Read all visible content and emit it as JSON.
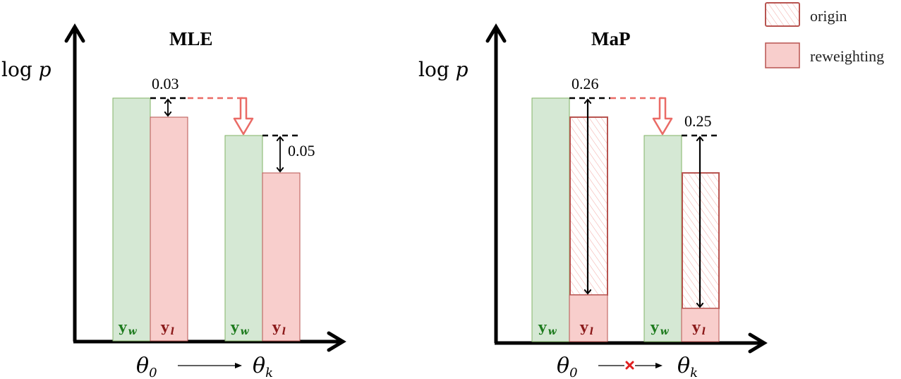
{
  "legend": {
    "items": [
      {
        "label": "origin",
        "style": "hatched"
      },
      {
        "label": "reweighting",
        "style": "solid"
      }
    ]
  },
  "colors": {
    "green_fill": "#d5e8d4",
    "green_stroke": "#82b366",
    "red_fill": "#f8cecc",
    "red_stroke": "#b85450",
    "arrow_red": "#ea6b66",
    "yw_text": "#1d7a1d",
    "yl_text": "#8b1a1a",
    "cross": "#e02020"
  },
  "panels": [
    {
      "title": "MLE",
      "ylabel": "log p",
      "x_from": "θ",
      "x_from_sub": "0",
      "x_to": "θ",
      "x_to_sub": "k",
      "transition_blocked": false,
      "groups": [
        {
          "label_w": "y",
          "sub_w": "w",
          "label_l": "y",
          "sub_l": "l",
          "gap": "0.03"
        },
        {
          "label_w": "y",
          "sub_w": "w",
          "label_l": "y",
          "sub_l": "l",
          "gap": "0.05"
        }
      ]
    },
    {
      "title": "MaP",
      "ylabel": "log p",
      "x_from": "θ",
      "x_from_sub": "0",
      "x_to": "θ",
      "x_to_sub": "k",
      "transition_blocked": true,
      "groups": [
        {
          "label_w": "y",
          "sub_w": "w",
          "label_l": "y",
          "sub_l": "l",
          "gap": "0.26"
        },
        {
          "label_w": "y",
          "sub_w": "w",
          "label_l": "y",
          "sub_l": "l",
          "gap": "0.25"
        }
      ]
    }
  ]
}
